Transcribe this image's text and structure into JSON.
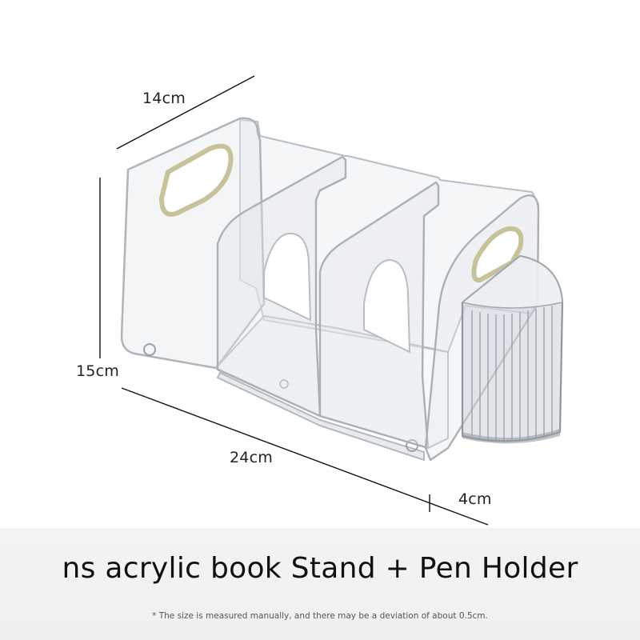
{
  "dimensions": {
    "width": "14cm",
    "height": "15cm",
    "length": "24cm",
    "pen_holder_depth": "4cm"
  },
  "product": {
    "title": "ns acrylic book Stand + Pen Holder",
    "note": "* The size is measured manually, and there may be a deviation of about 0.5cm."
  },
  "colors": {
    "acrylic_edge": "#b9bec4",
    "handle_accent": "#c8c29a",
    "footer_bg": "#f3f2f1",
    "dimension_line": "#111111"
  }
}
